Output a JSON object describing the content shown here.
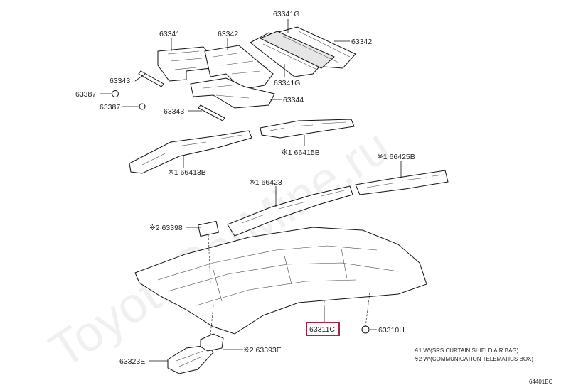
{
  "watermark": "ToyotaCarMine.ru",
  "diagram_code": "64401BC",
  "labels": {
    "p63341G_top": "63341G",
    "p63341": "63341",
    "p63342_left": "63342",
    "p63342_right": "63342",
    "p63343_a": "63343",
    "p63387_a": "63387",
    "p63387_b": "63387",
    "p63341G_bottom": "63341G",
    "p63343_b": "63343",
    "p63344": "63344",
    "p66415B": "※1 66415B",
    "p66413B": "※1 66413B",
    "p66425B": "※1 66425B",
    "p66423": "※1 66423",
    "p63398": "※2 63398",
    "p63311C": "63311C",
    "p63310H": "63310H",
    "p63323E": "63323E",
    "p63393E": "※2 63393E"
  },
  "notes": [
    "※1 W/(SRS CURTAIN SHIELD AIR BAG)",
    "※2 W/(COMMUNICATION TELEMATICS BOX)"
  ],
  "highlight_color": "#b02040"
}
